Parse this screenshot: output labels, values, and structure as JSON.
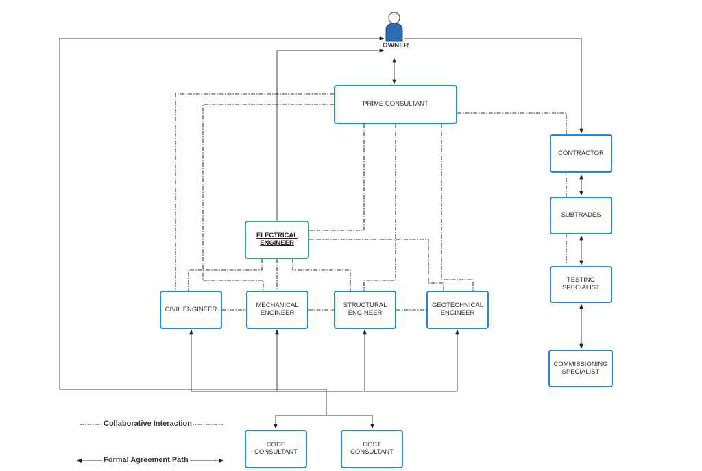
{
  "owner": {
    "label": "OWNER"
  },
  "nodes": {
    "prime_consultant": "PRIME CONSULTANT",
    "electrical_engineer": "ELECTRICAL ENGINEER",
    "civil_engineer": "CIVIL ENGINEER",
    "mechanical_engineer": "MECHANICAL ENGINEER",
    "structural_engineer": "STRUCTURAL ENGINEER",
    "geotechnical_engineer": "GEOTECHNICAL ENGINEER",
    "contractor": "CONTRACTOR",
    "subtrades": "SUBTRADES",
    "testing_specialist": "TESTING SPECIALIST",
    "commissioning_specialist": "COMMISSIONING SPECIALIST",
    "code_consultant": "CODE CONSULTANT",
    "cost_consultant": "COST CONSULTANT"
  },
  "legend": {
    "collaborative": "Collaborative Interaction",
    "formal": "Formal Agreement Path"
  },
  "colors": {
    "box_border": "#1e88e5",
    "electrical_border": "#3aa57f",
    "owner_icon": "#2f6db3",
    "line": "#333333"
  }
}
